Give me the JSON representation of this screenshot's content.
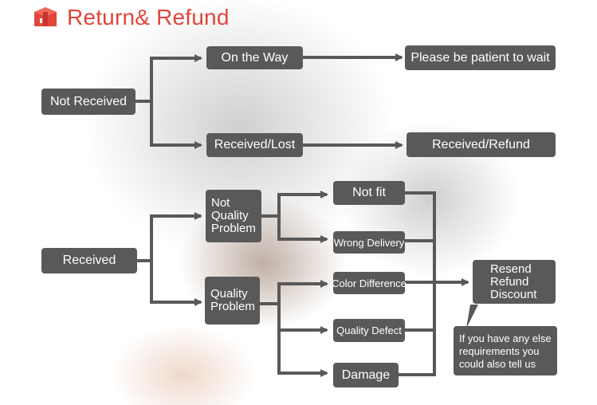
{
  "header": {
    "title": "Return& Refund",
    "icon": "package-icon",
    "accent_color": "#e0463c"
  },
  "flow": {
    "not_received": "Not Received",
    "on_the_way": "On the Way",
    "be_patient": "Please be patient to wait",
    "received_lost": "Received/Lost",
    "received_refund": "Received/Refund",
    "received": "Received",
    "not_quality_problem": [
      "Not",
      "Quality",
      "Problem"
    ],
    "quality_problem": [
      "Quality",
      "Problem"
    ],
    "not_fit": "Not fit",
    "wrong_delivery": "Wrong Delivery",
    "color_difference": "Color Difference",
    "quality_defect": "Quality Defect",
    "damage": "Damage",
    "outcomes": [
      "Resend",
      "Refund",
      "Discount"
    ],
    "note": [
      "If you have any else",
      "requirements you",
      "could also tell us"
    ]
  },
  "colors": {
    "box": "#595959",
    "box_text": "#ffffff",
    "arrow": "#595959"
  }
}
